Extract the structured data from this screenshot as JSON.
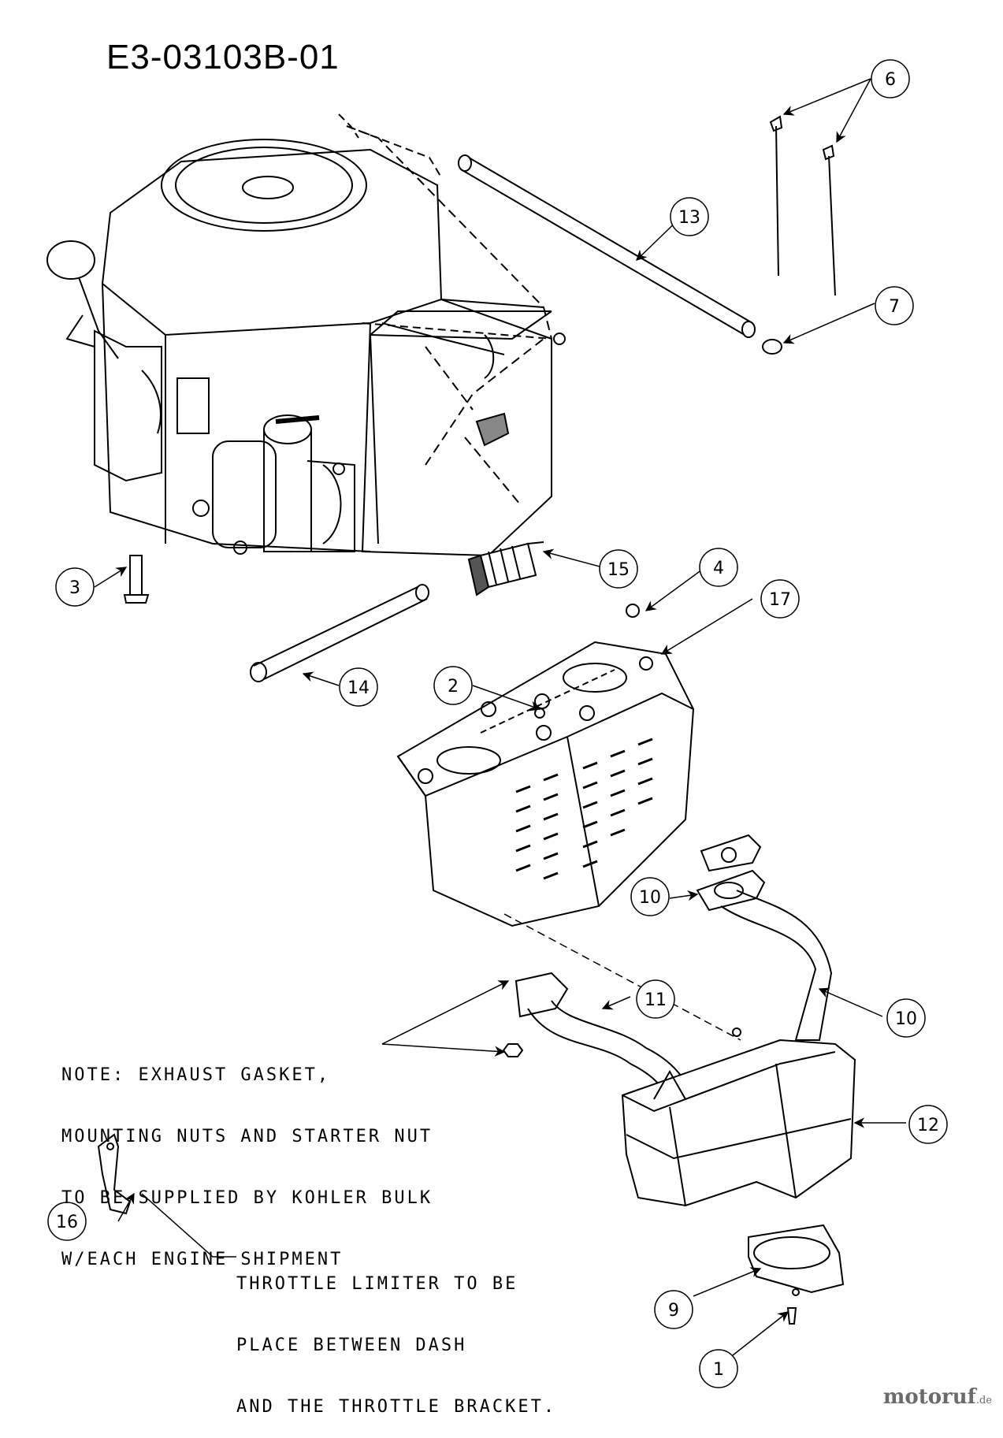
{
  "title": "E3-03103B-01",
  "callouts": [
    {
      "id": "c6",
      "label": "6"
    },
    {
      "id": "c13",
      "label": "13"
    },
    {
      "id": "c7",
      "label": "7"
    },
    {
      "id": "c3",
      "label": "3"
    },
    {
      "id": "c15",
      "label": "15"
    },
    {
      "id": "c4",
      "label": "4"
    },
    {
      "id": "c17",
      "label": "17"
    },
    {
      "id": "c2",
      "label": "2"
    },
    {
      "id": "c14",
      "label": "14"
    },
    {
      "id": "c10a",
      "label": "10"
    },
    {
      "id": "c11",
      "label": "11"
    },
    {
      "id": "c10b",
      "label": "10"
    },
    {
      "id": "c12",
      "label": "12"
    },
    {
      "id": "c16",
      "label": "16"
    },
    {
      "id": "c9",
      "label": "9"
    },
    {
      "id": "c1",
      "label": "1"
    }
  ],
  "notes": {
    "exhaust": [
      "NOTE: EXHAUST GASKET,",
      "MOUNTING NUTS AND STARTER NUT",
      "TO BE SUPPLIED BY KOHLER BULK",
      "W/EACH ENGINE SHIPMENT"
    ],
    "throttle": [
      "THROTTLE LIMITER TO BE",
      "PLACE BETWEEN DASH",
      "AND THE THROTTLE BRACKET."
    ]
  },
  "watermark": {
    "brand": "motoruf",
    "ext": ".de"
  }
}
